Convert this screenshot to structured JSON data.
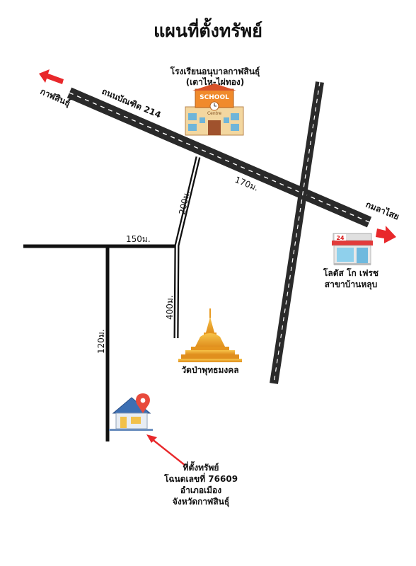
{
  "title": "แผนที่ตั้งทรัพย์",
  "roads": {
    "highway_name": "ถนนบัณฑิต 214",
    "left_direction": "กาฬสินธุ์",
    "right_direction": "กมลาไสย"
  },
  "landmarks": {
    "school_line1": "โรงเรียนอนุบาลกาฬสินธุ์",
    "school_line2": "(เตาไห-ไผ่ทอง)",
    "school_sign": "SCHOOL",
    "school_sign2": "Centre",
    "store_line1": "โลตัส โก เฟรช",
    "store_line2": "สาขาบ้านหลุบ",
    "store_badge": "24",
    "temple": "วัดป่าพุทธมงคล"
  },
  "distances": {
    "d170": "170ม.",
    "d200": "200ม.",
    "d150": "150ม.",
    "d400": "400ม.",
    "d120": "120ม."
  },
  "property": {
    "line1": "ที่ตั้งทรัพย์",
    "line2": "โฉนดเลขที่ 76609",
    "line3": "อำเภอเมือง",
    "line4": "จังหวัดกาฬสินธุ์"
  },
  "colors": {
    "road_dark": "#2a2a2a",
    "arrow_red": "#e8282b",
    "temple_gold": "#f2a92a",
    "pin_red": "#e84a3c"
  }
}
